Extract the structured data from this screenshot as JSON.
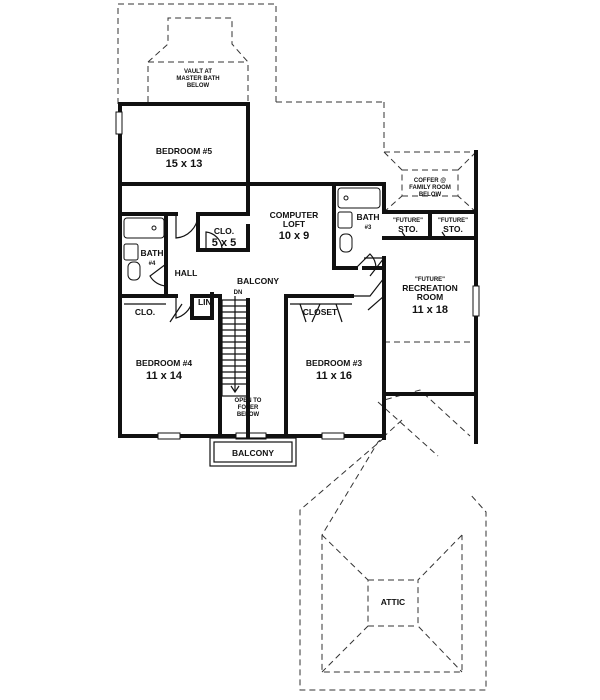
{
  "rooms": {
    "bedroom5": {
      "name": "BEDROOM #5",
      "size": "15 x 13"
    },
    "bedroom4": {
      "name": "BEDROOM #4",
      "size": "11 x 14"
    },
    "bedroom3": {
      "name": "BEDROOM #3",
      "size": "11 x 16"
    },
    "loft": {
      "name1": "COMPUTER",
      "name2": "LOFT",
      "size": "10 x 9"
    },
    "closet_large": {
      "name": "CLO.",
      "size": "5 x 5"
    },
    "recreation": {
      "name1": "\"FUTURE\"",
      "name2": "RECREATION",
      "name3": "ROOM",
      "size": "11 x 18"
    }
  },
  "labels": {
    "vault": [
      "VAULT AT",
      "MASTER BATH",
      "BELOW"
    ],
    "coffer": [
      "COFFER @",
      "FAMILY ROOM",
      "BELOW"
    ],
    "future_sto_1": [
      "\"FUTURE\"",
      "STO."
    ],
    "future_sto_2": [
      "\"FUTURE\"",
      "STO."
    ],
    "bath3": [
      "BATH",
      "#3"
    ],
    "bath4": [
      "BATH",
      "#4"
    ],
    "hall": "HALL",
    "balcony_upper": "BALCONY",
    "balcony_front": "BALCONY",
    "clo_b4": "CLO.",
    "lin": "LIN.",
    "closet_b3": "CLOSET",
    "dn": "DN",
    "open_foyer": [
      "OPEN TO",
      "FOYER",
      "BELOW"
    ],
    "attic": "ATTIC"
  }
}
